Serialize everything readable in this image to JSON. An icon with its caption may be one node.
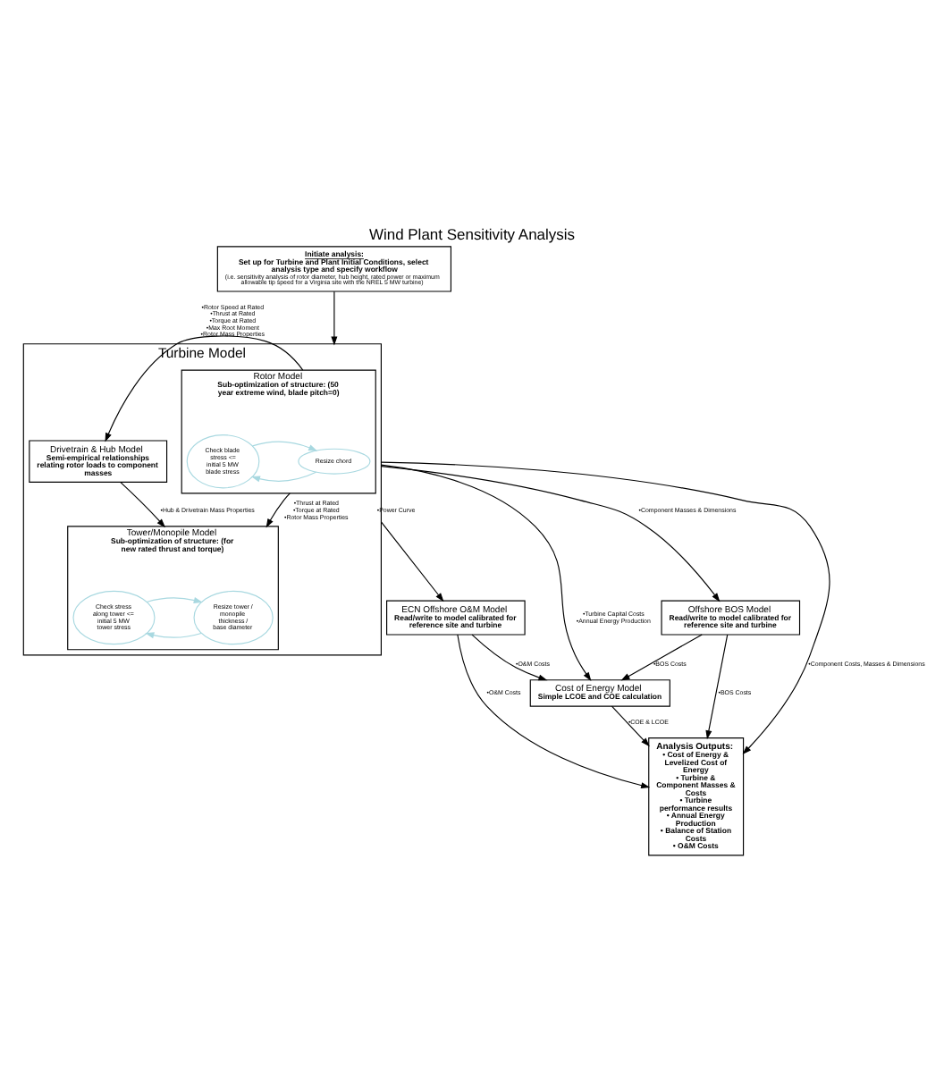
{
  "diagram": {
    "title": "Wind Plant Sensitivity Analysis",
    "nodes": [
      {
        "text": [
          "Initiate analysis:",
          "Set up for Turbine and Plant Initial Conditions, select analysis type and specify workflow",
          "(i.e. sensitivity analysis of rotor diameter, hub height, rated power or maximum allowable tip speed for a Virginia site with the NREL 5 MW turbine)"
        ]
      },
      {
        "text": [
          "Turbine Model"
        ]
      },
      {
        "text": [
          "Rotor Model",
          "Sub-optimization of structure: (50 year extreme wind, blade pitch=0)"
        ],
        "in": 1
      },
      {
        "text": [
          "Resize chord"
        ],
        "in": 2
      },
      {
        "text": [
          "Check blade stress <= initial 5 MW blade stress"
        ],
        "in": 2
      },
      {
        "text": [
          "Drivetrain & Hub Model",
          "Semi-empirical relationships relating rotor loads to component masses"
        ],
        "in": 1
      },
      {
        "text": [
          "Tower/Monopile Model",
          "Sub-optimization of structure: (for new rated thrust and torque)"
        ],
        "in": 1
      },
      {
        "text": [
          "Resize tower / monopile thickness / base diameter"
        ],
        "in": 6
      },
      {
        "text": [
          "Check stress along tower <= initial 5 MW tower stress"
        ],
        "in": 6
      },
      {
        "text": [
          "Offshore BOS Model",
          "Read/write to model calibrated for reference site and turbine"
        ]
      },
      {
        "text": [
          "ECN Offshore O&M Model",
          "Read/write to model calibrated for reference site and turbine"
        ]
      },
      {
        "text": [
          "Cost of Energy Model",
          "Simple LCOE and COE calculation"
        ]
      },
      {
        "text": [
          "Analysis Outputs:",
          "• Cost of Energy & Levelized Cost of Energy",
          "• Turbine & Component Masses & Costs",
          "• Turbine performance results",
          "• Annual Energy Production",
          "• Balance of Station Costs",
          "• O&M Costs"
        ]
      }
    ],
    "edges": [
      {
        "from": 0,
        "to": 1,
        "arrow": "to"
      },
      {
        "from": 2,
        "to": 5,
        "arrow": "to",
        "label": "•Rotor Speed at Rated •Thrust at Rated •Torque at Rated •Max Root Moment •Rotor Mass Properties"
      },
      {
        "from": 3,
        "to": 4,
        "arrow": "to",
        "color": "#a8d8e0"
      },
      {
        "from": 4,
        "to": 3,
        "arrow": "to",
        "color": "#a8d8e0"
      },
      {
        "from": 2,
        "to": 6,
        "arrow": "to",
        "label": "•Thrust at Rated •Torque at Rated •Rotor Mass Properties"
      },
      {
        "from": 5,
        "to": 6,
        "arrow": "to",
        "label": "•Hub & Drivetrain Mass Properties"
      },
      {
        "from": 7,
        "to": 8,
        "arrow": "to",
        "color": "#a8d8e0"
      },
      {
        "from": 8,
        "to": 7,
        "arrow": "to",
        "color": "#a8d8e0"
      },
      {
        "from": 1,
        "to": 12,
        "arrow": "to",
        "label": "•Component Costs, Masses & Dimensions"
      },
      {
        "from": 1,
        "to": 9,
        "arrow": "to",
        "label": "•Component Masses & Dimensions"
      },
      {
        "from": 1,
        "to": 10,
        "arrow": "to",
        "label": "•Power Curve"
      },
      {
        "from": 1,
        "to": 11,
        "arrow": "to",
        "label": "•Turbine Capital Costs •Annual Energy Production"
      },
      {
        "from": 9,
        "to": 11,
        "arrow": "to",
        "label": "•BOS Costs"
      },
      {
        "from": 10,
        "to": 11,
        "arrow": "to",
        "label": "•O&M Costs"
      },
      {
        "from": 10,
        "to": 12,
        "arrow": "to",
        "label": "•O&M Costs"
      },
      {
        "from": 9,
        "to": 12,
        "arrow": "to",
        "label": "•BOS Costs"
      },
      {
        "from": 11,
        "to": 12,
        "arrow": "to",
        "label": "•COE & LCOE"
      }
    ]
  }
}
